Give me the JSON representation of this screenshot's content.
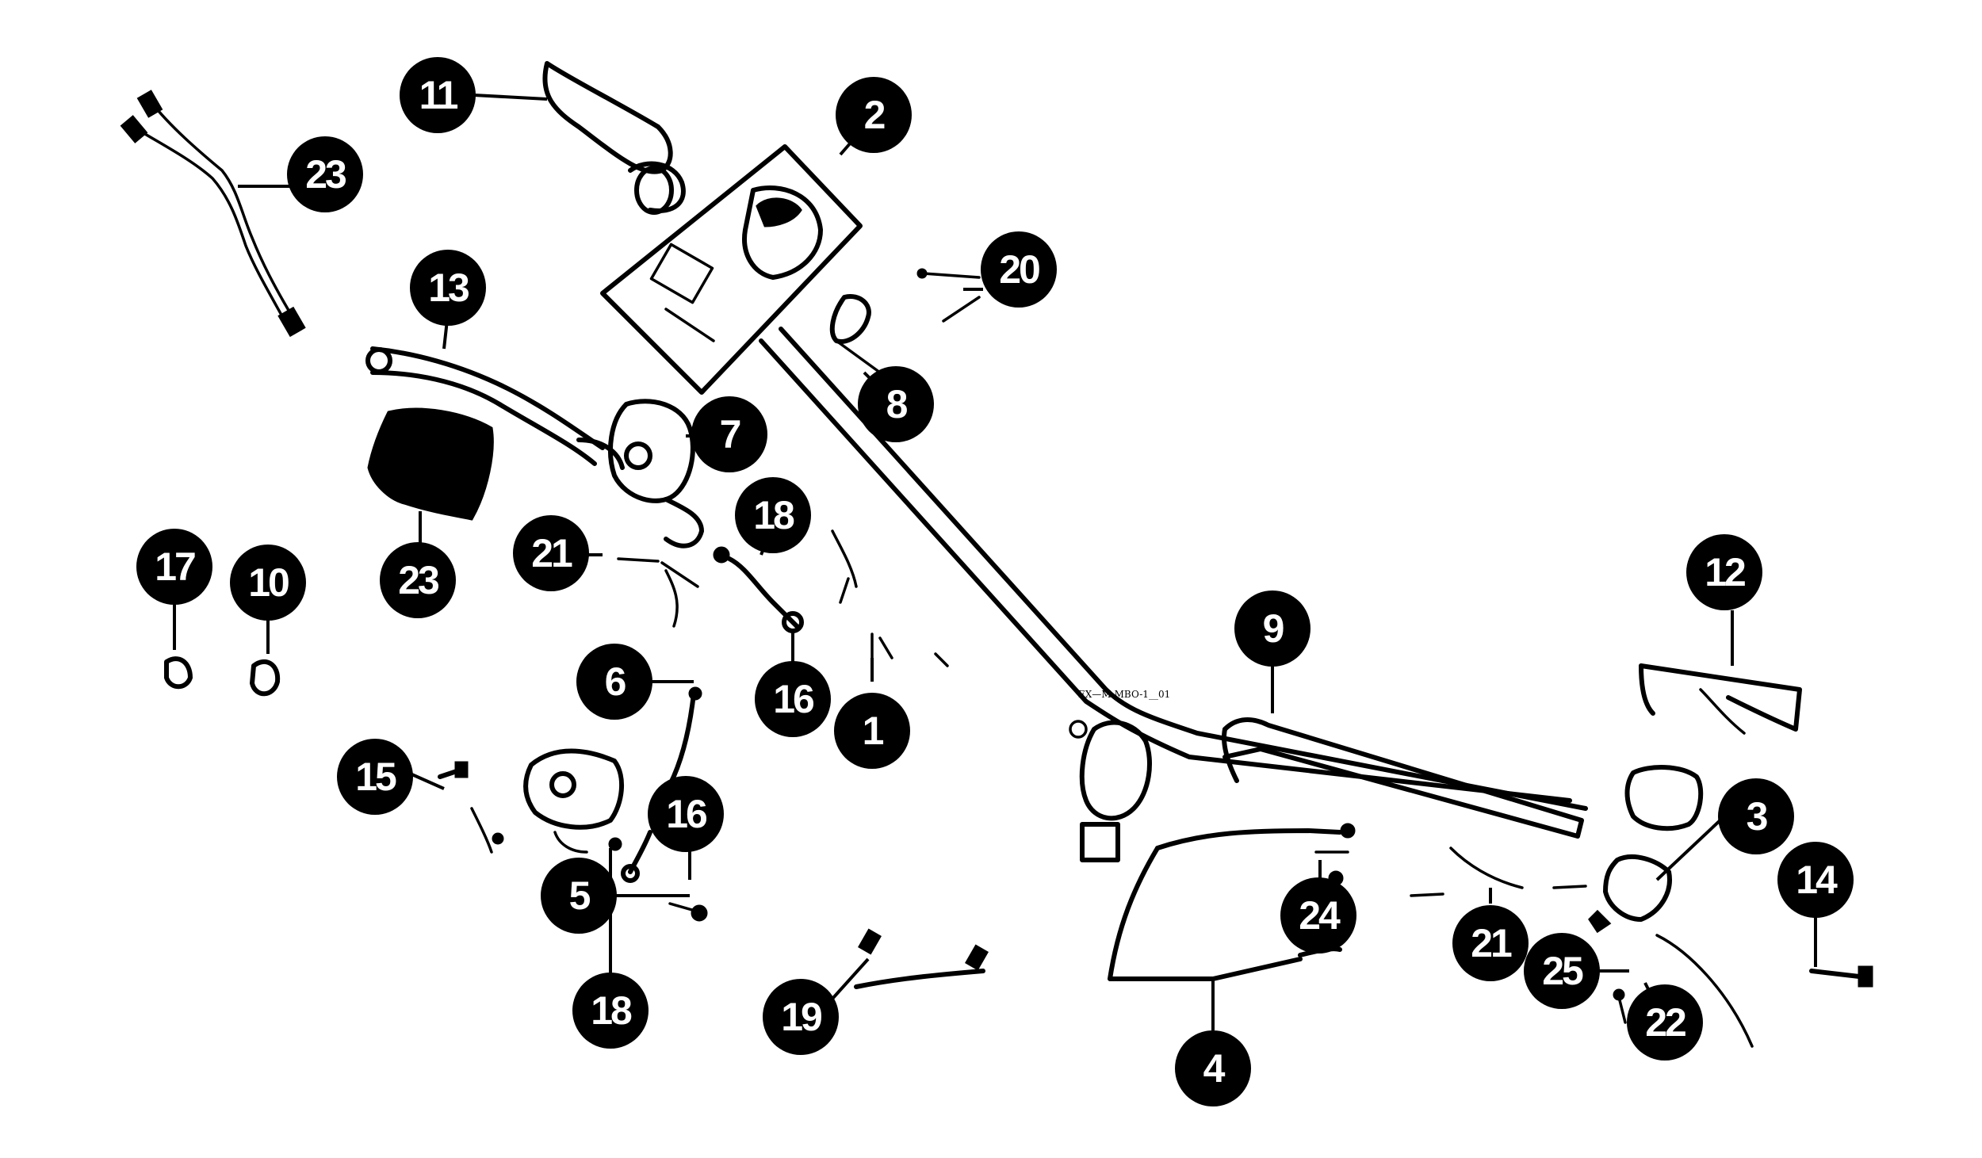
{
  "diagram": {
    "reference_code": "EX—M-MBO-1__01",
    "callouts": [
      {
        "id": "c11",
        "label": "11"
      },
      {
        "id": "c2",
        "label": "2"
      },
      {
        "id": "c23a",
        "label": "23"
      },
      {
        "id": "c20",
        "label": "20"
      },
      {
        "id": "c13",
        "label": "13"
      },
      {
        "id": "c8",
        "label": "8"
      },
      {
        "id": "c7",
        "label": "7"
      },
      {
        "id": "c18a",
        "label": "18"
      },
      {
        "id": "c21a",
        "label": "21"
      },
      {
        "id": "c23b",
        "label": "23"
      },
      {
        "id": "c17",
        "label": "17"
      },
      {
        "id": "c10",
        "label": "10"
      },
      {
        "id": "c12",
        "label": "12"
      },
      {
        "id": "c9",
        "label": "9"
      },
      {
        "id": "c6",
        "label": "6"
      },
      {
        "id": "c16a",
        "label": "16"
      },
      {
        "id": "c1",
        "label": "1"
      },
      {
        "id": "c15",
        "label": "15"
      },
      {
        "id": "c16b",
        "label": "16"
      },
      {
        "id": "c3",
        "label": "3"
      },
      {
        "id": "c5",
        "label": "5"
      },
      {
        "id": "c14",
        "label": "14"
      },
      {
        "id": "c24",
        "label": "24"
      },
      {
        "id": "c21b",
        "label": "21"
      },
      {
        "id": "c25",
        "label": "25"
      },
      {
        "id": "c18b",
        "label": "18"
      },
      {
        "id": "c19",
        "label": "19"
      },
      {
        "id": "c22",
        "label": "22"
      },
      {
        "id": "c4",
        "label": "4"
      }
    ]
  }
}
